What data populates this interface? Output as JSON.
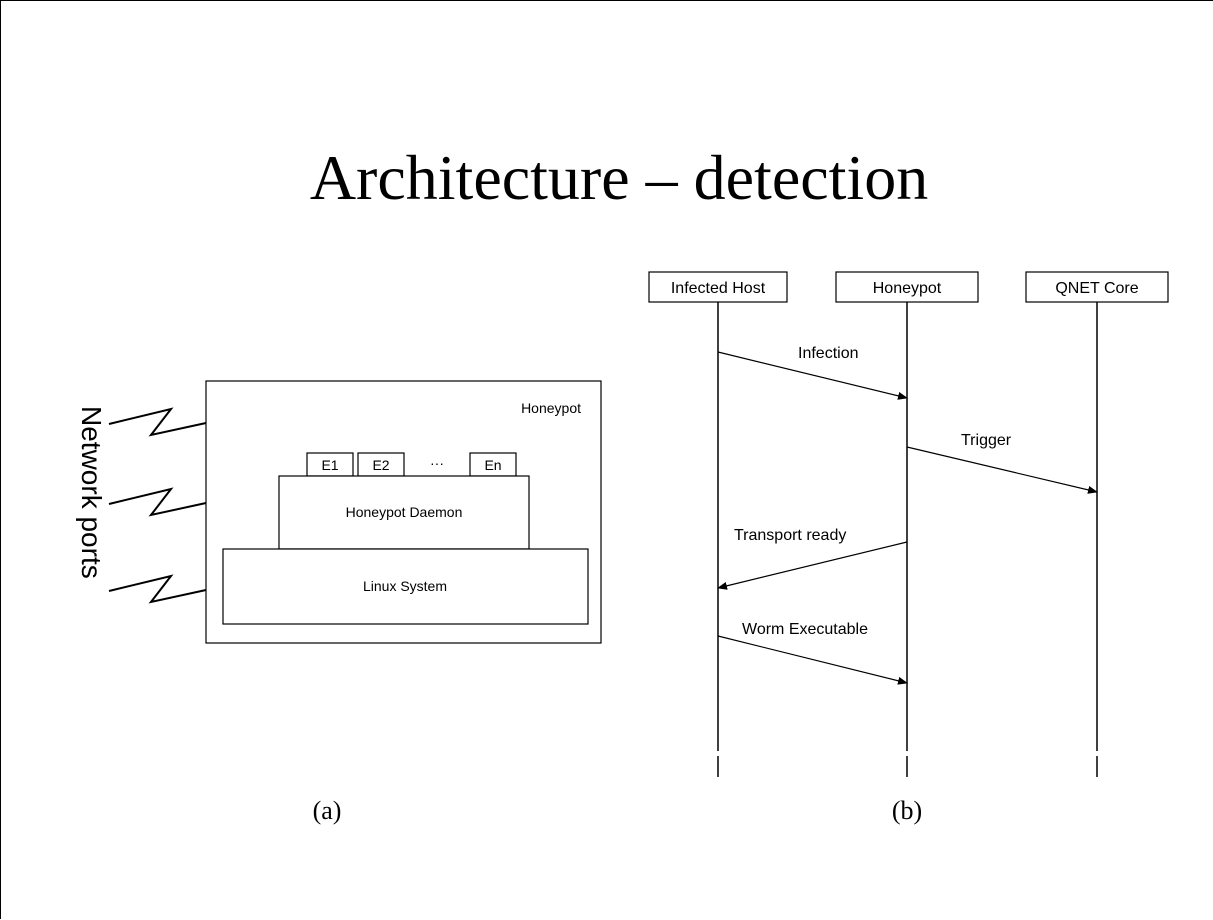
{
  "slide": {
    "title": "Architecture – detection"
  },
  "diagram_a": {
    "caption": "(a)",
    "side_label": "Network ports",
    "outer_box_label": "Honeypot",
    "extensions": [
      "E1",
      "E2",
      "···",
      "En"
    ],
    "daemon_label": "Honeypot Daemon",
    "system_label": "Linux System"
  },
  "diagram_b": {
    "caption": "(b)",
    "participants": [
      "Infected Host",
      "Honeypot",
      "QNET Core"
    ],
    "messages": [
      {
        "label": "Infection",
        "from": "Infected Host",
        "to": "Honeypot"
      },
      {
        "label": "Trigger",
        "from": "Honeypot",
        "to": "QNET Core"
      },
      {
        "label": "Transport ready",
        "from": "Honeypot",
        "to": "Infected Host"
      },
      {
        "label": "Worm Executable",
        "from": "Infected Host",
        "to": "Honeypot"
      }
    ]
  }
}
